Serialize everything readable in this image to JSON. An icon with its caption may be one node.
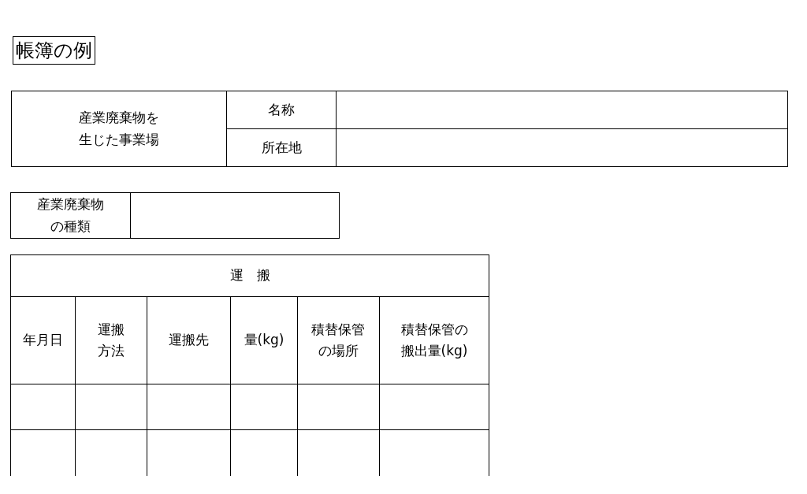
{
  "diagram": {
    "title": "帳簿の例",
    "labels": [
      "産業廃棄物を生じた事業場",
      "名称",
      "所在地",
      "産業廃棄物の種類",
      "運　搬",
      "年月日",
      "運搬方法",
      "運搬先",
      "量(kg)",
      "積替保管の場所",
      "積替保管の搬出量(kg)"
    ]
  }
}
